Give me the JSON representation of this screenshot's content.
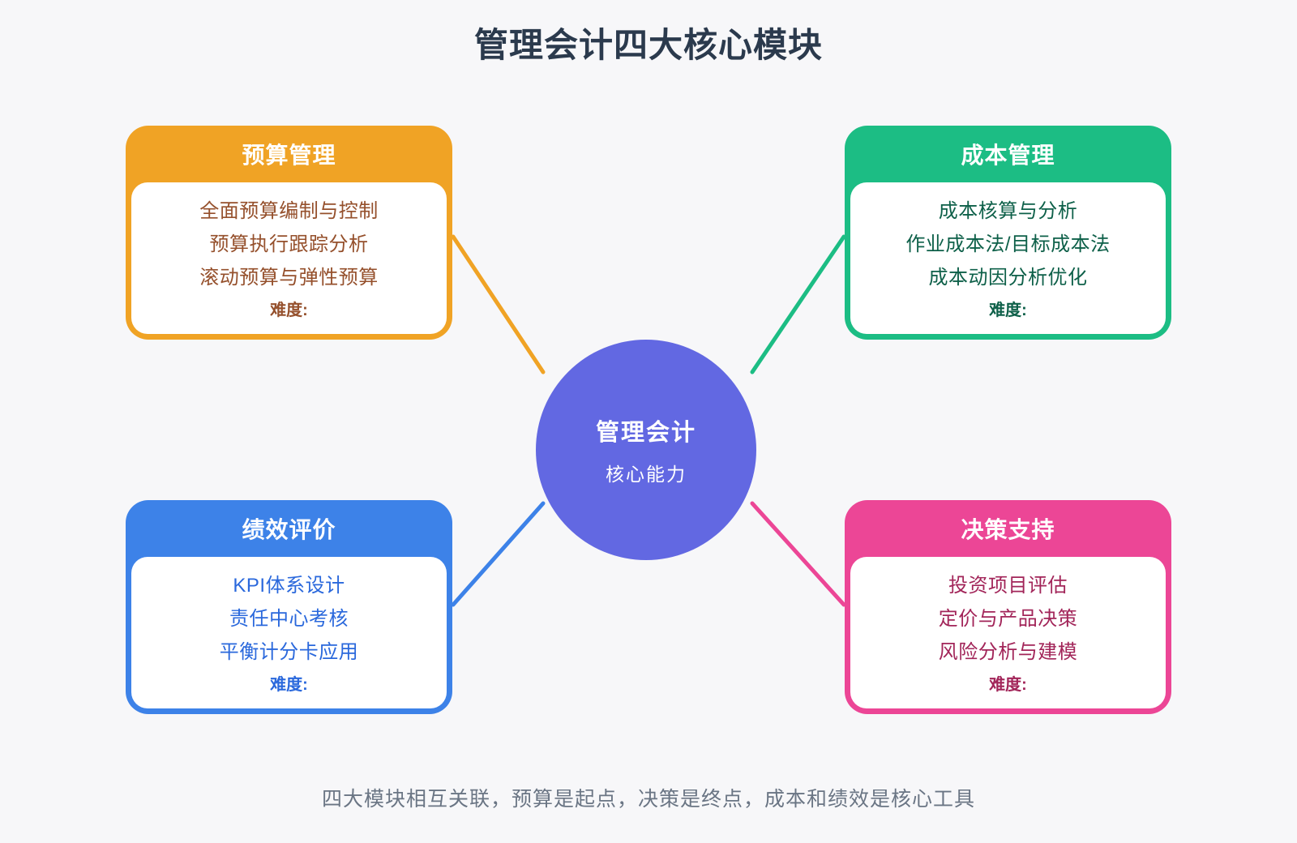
{
  "title": "管理会计四大核心模块",
  "center": {
    "title": "管理会计",
    "subtitle": "核心能力",
    "color": "#6268E2",
    "text_color": "#FFFFFF"
  },
  "modules": [
    {
      "key": "budget",
      "title": "预算管理",
      "items": [
        "全面预算编制与控制",
        "预算执行跟踪分析",
        "滚动预算与弹性预算"
      ],
      "difficulty_label": "难度:",
      "accent": "#F0A325",
      "body_text_color": "#95502C",
      "position": "top-left"
    },
    {
      "key": "cost",
      "title": "成本管理",
      "items": [
        "成本核算与分析",
        "作业成本法/目标成本法",
        "成本动因分析优化"
      ],
      "difficulty_label": "难度:",
      "accent": "#1CBD84",
      "body_text_color": "#0E6049",
      "position": "top-right"
    },
    {
      "key": "performance",
      "title": "绩效评价",
      "items": [
        "KPI体系设计",
        "责任中心考核",
        "平衡计分卡应用"
      ],
      "difficulty_label": "难度:",
      "accent": "#3D82E8",
      "body_text_color": "#2A68DC",
      "position": "bottom-left"
    },
    {
      "key": "decision",
      "title": "决策支持",
      "items": [
        "投资项目评估",
        "定价与产品决策",
        "风险分析与建模"
      ],
      "difficulty_label": "难度:",
      "accent": "#EC4696",
      "body_text_color": "#A22559",
      "position": "bottom-right"
    }
  ],
  "footer": "四大模块相互关联，预算是起点，决策是终点，成本和绩效是核心工具",
  "colors": {
    "background": "#F7F7F9",
    "title_text": "#2B3A4D",
    "footer_text": "#6A7584"
  }
}
